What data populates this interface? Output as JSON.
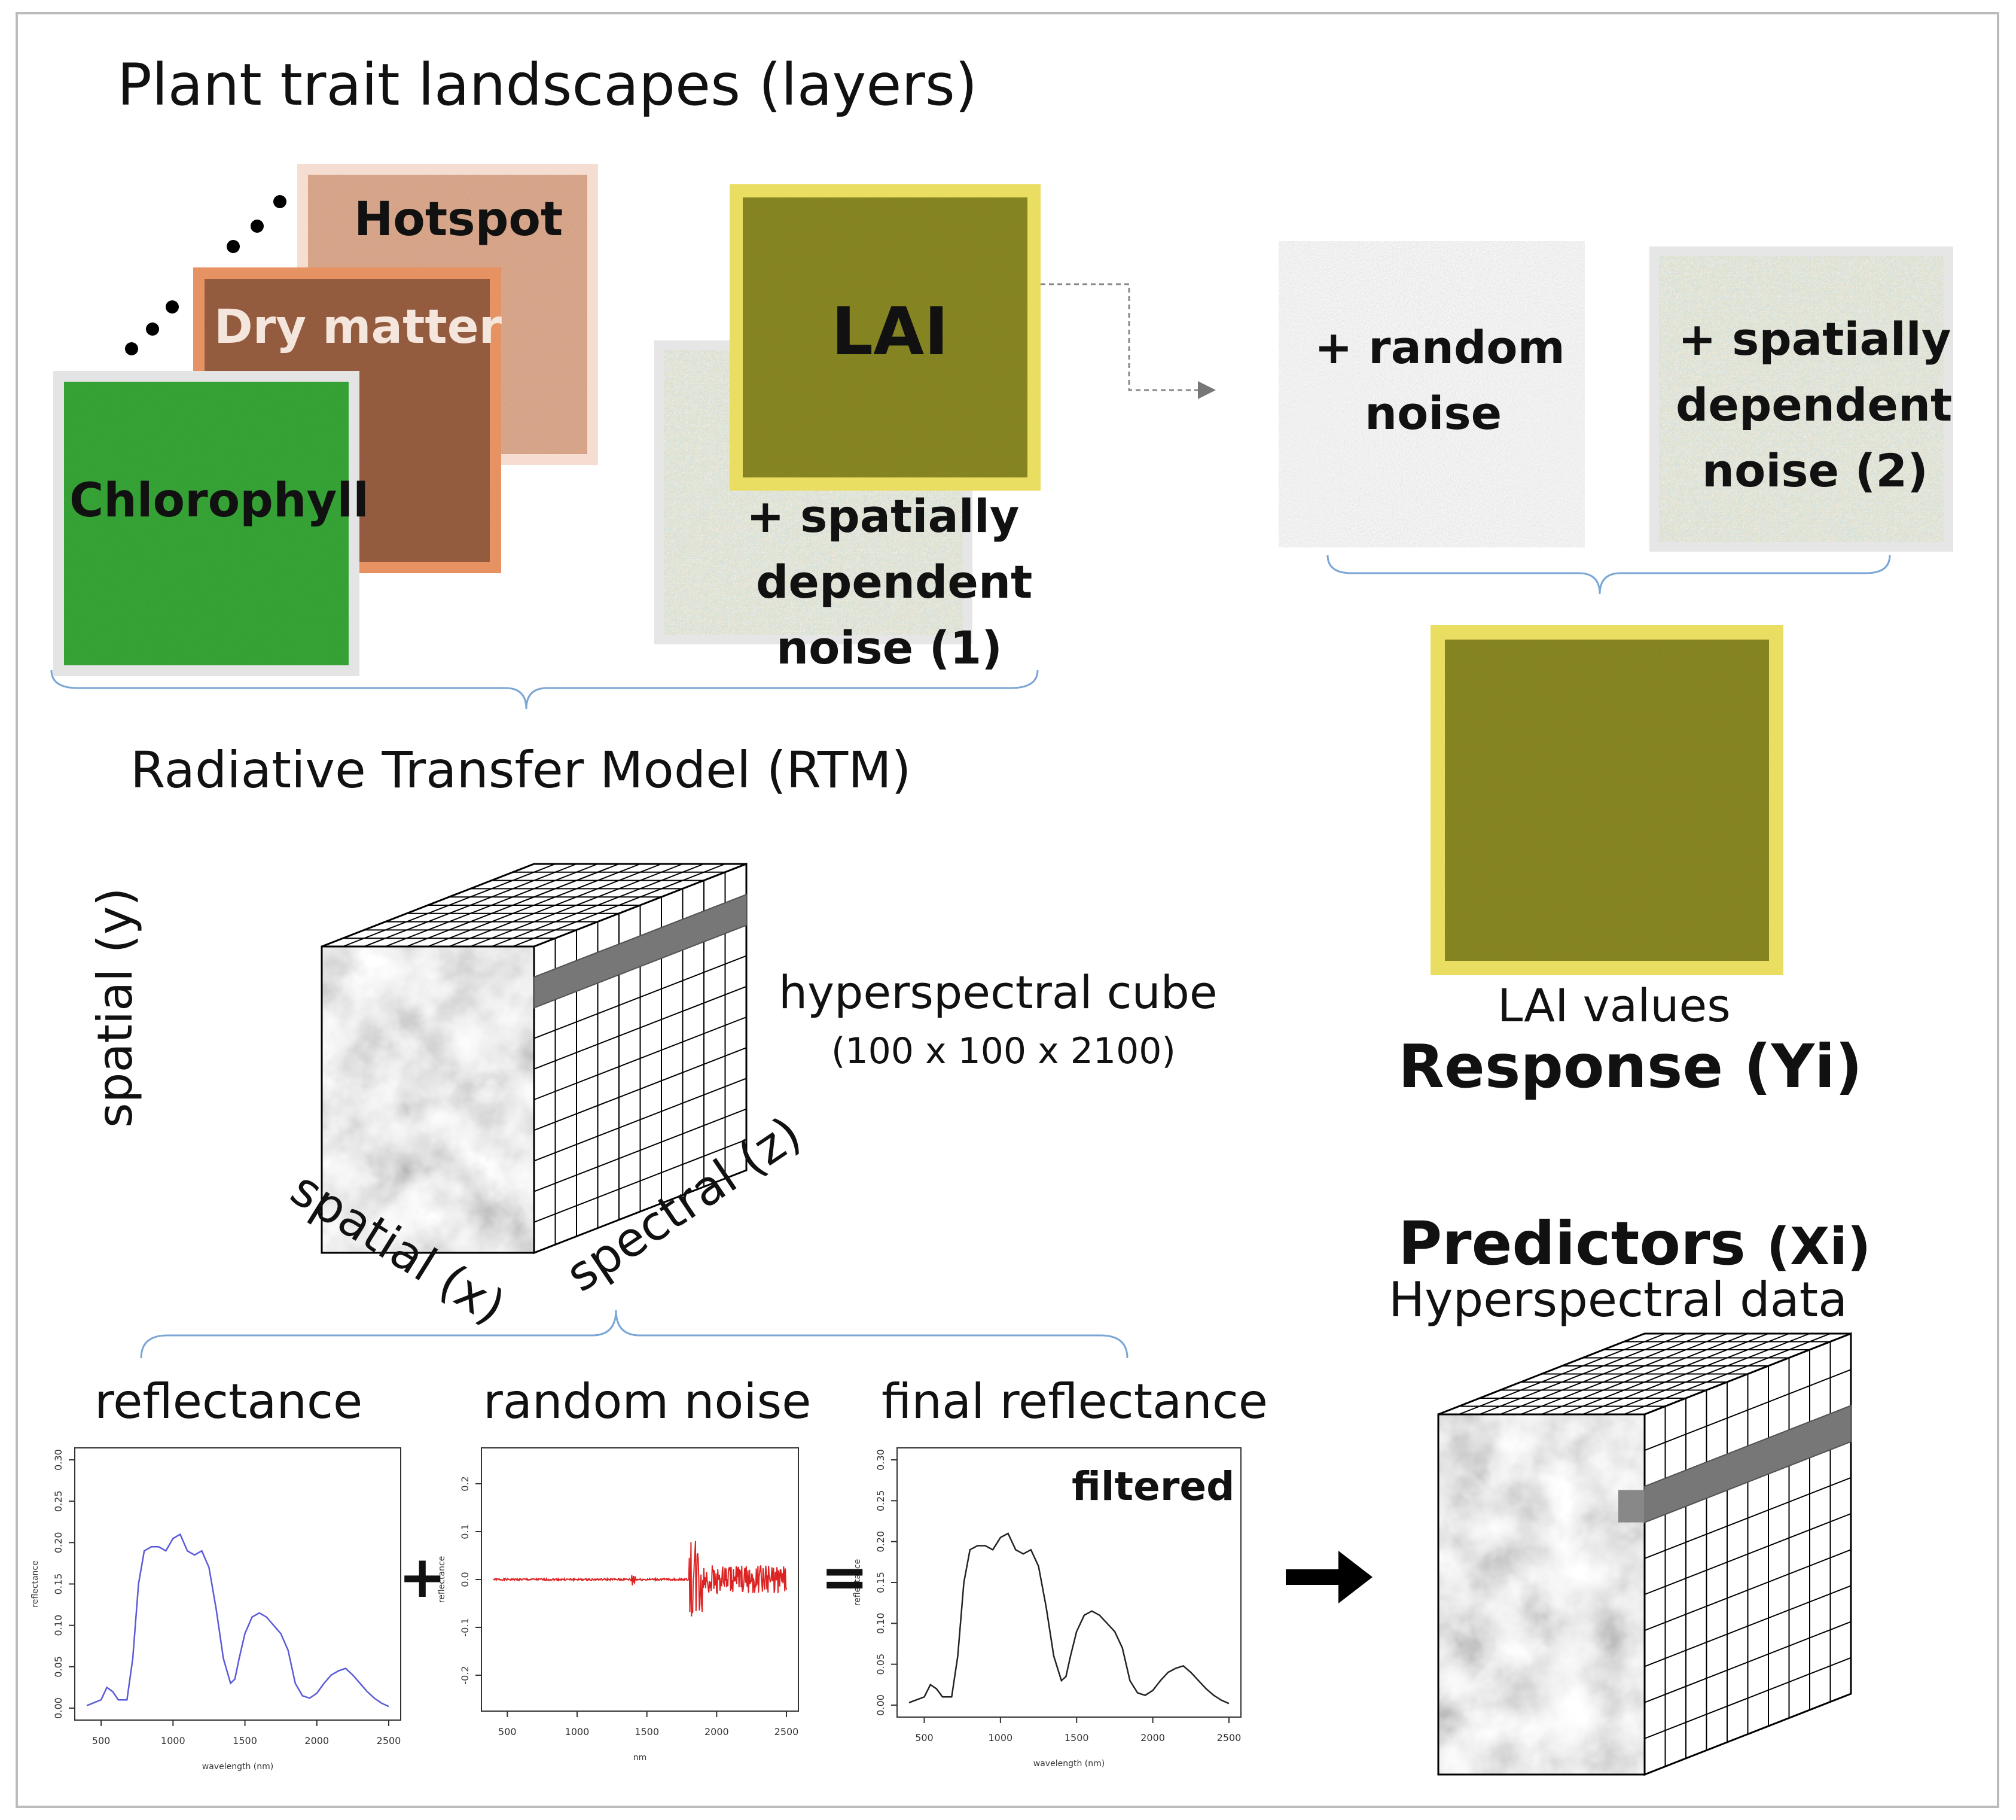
{
  "top": {
    "title": "Plant trait landscapes (layers)",
    "layers": {
      "hotspot": "Hotspot",
      "dry_matter": "Dry matter",
      "chlorophyll": "Chlorophyll",
      "lai": "LAI"
    },
    "spatial_noise_1": [
      "+ spatially",
      "dependent",
      "noise (1)"
    ],
    "random_noise": [
      "+ random",
      "noise"
    ],
    "spatial_noise_2": [
      "+ spatially",
      "dependent",
      "noise (2)"
    ]
  },
  "response": {
    "caption": "LAI values",
    "title": "Response (Yi)"
  },
  "rtm": {
    "title": "Radiative Transfer Model (RTM)",
    "cube_label": "hyperspectral cube",
    "cube_dims": "(100 x 100 x 2100)",
    "axis_y": "spatial (y)",
    "axis_x": "spatial (x)",
    "axis_z": "spectral (z)"
  },
  "predictors": {
    "title": "Predictors",
    "title_suffix": "(Xi)",
    "subtitle": "Hyperspectral data"
  },
  "plots": {
    "reflectance_title": "reflectance",
    "noise_title": "random noise",
    "final_title": "final reflectance",
    "filtered_label": "filtered",
    "plus": "+",
    "equals": "=",
    "ylabel": "reflectance",
    "xlabel_wavelength": "wavelength (nm)",
    "xlabel_nm": "nm"
  },
  "chart_data": [
    {
      "type": "line",
      "x_ticks": [
        "500",
        "1000",
        "1500",
        "2000",
        "2500"
      ],
      "y_ticks": [
        "0.00",
        "0.05",
        "0.10",
        "0.15",
        "0.20",
        "0.25",
        "0.30"
      ],
      "xlim": [
        400,
        2500
      ],
      "ylim": [
        0,
        0.3
      ],
      "color": "#5a5ad8",
      "series": [
        {
          "x": [
            400,
            500,
            540,
            580,
            620,
            680,
            720,
            760,
            800,
            850,
            900,
            950,
            1000,
            1050,
            1100,
            1150,
            1200,
            1250,
            1300,
            1350,
            1400,
            1430,
            1460,
            1500,
            1550,
            1600,
            1650,
            1700,
            1750,
            1800,
            1850,
            1900,
            1950,
            2000,
            2050,
            2100,
            2150,
            2200,
            2250,
            2300,
            2350,
            2400,
            2450,
            2500
          ],
          "y": [
            0.003,
            0.01,
            0.025,
            0.02,
            0.01,
            0.01,
            0.06,
            0.15,
            0.19,
            0.195,
            0.195,
            0.19,
            0.205,
            0.21,
            0.19,
            0.185,
            0.19,
            0.17,
            0.12,
            0.06,
            0.03,
            0.035,
            0.06,
            0.09,
            0.11,
            0.115,
            0.11,
            0.1,
            0.09,
            0.07,
            0.03,
            0.015,
            0.012,
            0.018,
            0.03,
            0.04,
            0.045,
            0.048,
            0.04,
            0.03,
            0.02,
            0.012,
            0.006,
            0.002
          ]
        }
      ]
    },
    {
      "type": "line",
      "x_ticks": [
        "500",
        "1000",
        "1500",
        "2000",
        "2500"
      ],
      "y_ticks": [
        "-0.2",
        "-0.1",
        "0.0",
        "0.1",
        "0.2"
      ],
      "xlim": [
        400,
        2500
      ],
      "ylim": [
        -0.25,
        0.25
      ],
      "color": "#dd2222"
    },
    {
      "type": "line",
      "x_ticks": [
        "500",
        "1000",
        "1500",
        "2000",
        "2500"
      ],
      "y_ticks": [
        "0.00",
        "0.05",
        "0.10",
        "0.15",
        "0.20",
        "0.25",
        "0.30"
      ],
      "xlim": [
        400,
        2500
      ],
      "ylim": [
        0,
        0.3
      ],
      "color": "#222222",
      "series": [
        {
          "x": [
            400,
            500,
            540,
            580,
            620,
            680,
            720,
            760,
            800,
            850,
            900,
            950,
            1000,
            1050,
            1100,
            1150,
            1200,
            1250,
            1300,
            1350,
            1400,
            1430,
            1460,
            1500,
            1550,
            1600,
            1650,
            1700,
            1750,
            1800,
            1850,
            1900,
            1950,
            2000,
            2050,
            2100,
            2150,
            2200,
            2250,
            2300,
            2350,
            2400,
            2450,
            2500
          ],
          "y": [
            0.003,
            0.01,
            0.025,
            0.02,
            0.01,
            0.01,
            0.06,
            0.15,
            0.19,
            0.195,
            0.195,
            0.19,
            0.205,
            0.21,
            0.19,
            0.185,
            0.19,
            0.17,
            0.12,
            0.06,
            0.03,
            0.035,
            0.06,
            0.09,
            0.11,
            0.115,
            0.11,
            0.1,
            0.09,
            0.07,
            0.03,
            0.015,
            0.012,
            0.018,
            0.03,
            0.04,
            0.045,
            0.048,
            0.04,
            0.03,
            0.02,
            0.012,
            0.006,
            0.002
          ]
        }
      ]
    }
  ]
}
